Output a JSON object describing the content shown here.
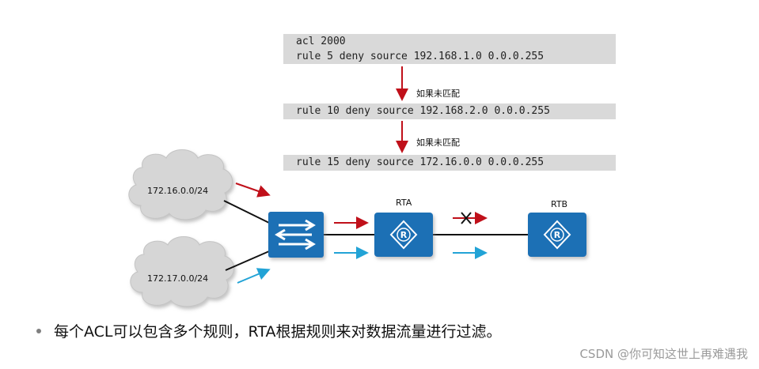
{
  "acl": {
    "header": "acl 2000",
    "rule1": "rule 5 deny source 192.168.1.0 0.0.0.255",
    "rule2": "rule 10 deny source 192.168.2.0 0.0.0.255",
    "rule3": "rule 15 deny source 172.16.0.0 0.0.0.255"
  },
  "notes": {
    "no_match_1": "如果未匹配",
    "no_match_2": "如果未匹配"
  },
  "networks": {
    "cloud_top": "172.16.0.0/24",
    "cloud_bottom": "172.17.0.0/24"
  },
  "devices": {
    "rta": "RTA",
    "rtb": "RTB",
    "router_glyph": "R"
  },
  "bullet": "每个ACL可以包含多个规则，RTA根据规则来对数据流量进行过滤。",
  "watermark": "CSDN @你可知这世上再难遇我",
  "colors": {
    "device": "#1f6fb5",
    "red_arrow": "#c0101a",
    "blue_arrow": "#22a3d6",
    "code_bg": "#d9d9d9"
  }
}
